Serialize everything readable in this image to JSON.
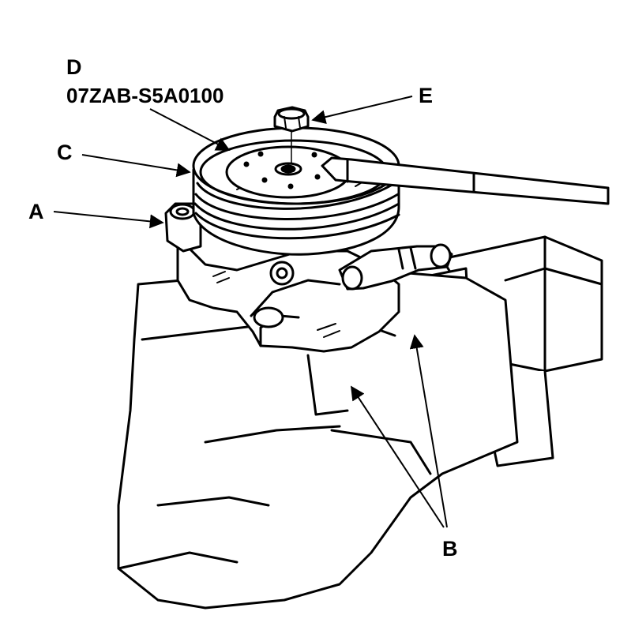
{
  "callouts": {
    "a": "A",
    "b": "B",
    "c": "C",
    "d": "D",
    "e": "E",
    "tool_number": "07ZAB-S5A0100"
  },
  "colors": {
    "line": "#000000",
    "fill": "#ffffff"
  }
}
